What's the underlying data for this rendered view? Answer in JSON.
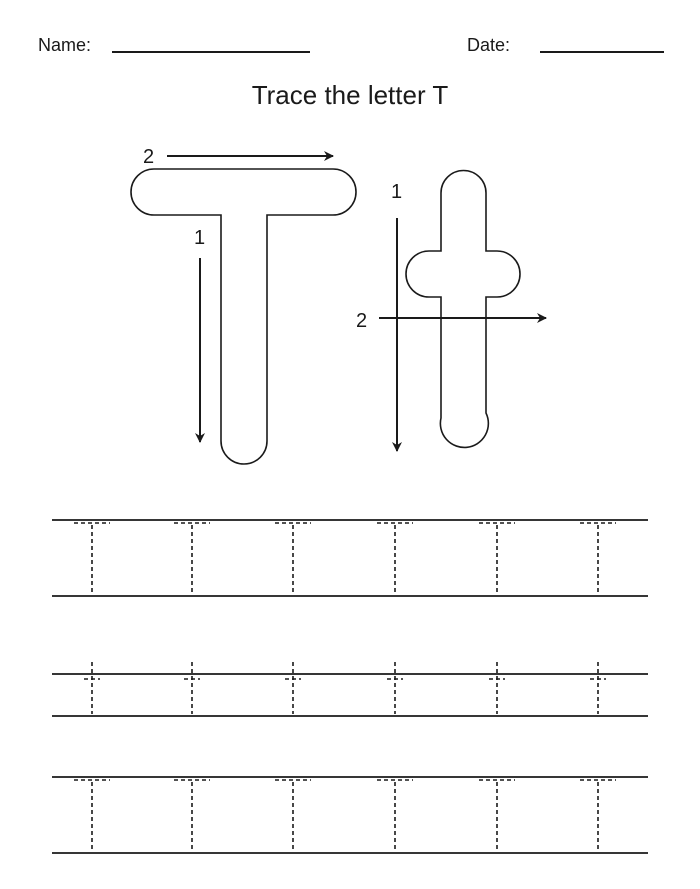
{
  "header": {
    "name_label": "Name:",
    "date_label": "Date:"
  },
  "worksheet": {
    "title": "Trace the letter T",
    "uppercase": {
      "letter": "T",
      "stroke1_number": "1",
      "stroke2_number": "2"
    },
    "lowercase": {
      "letter": "t",
      "stroke1_number": "1",
      "stroke2_number": "2"
    }
  },
  "practice_rows": [
    {
      "letter": "T",
      "repetitions": 6
    },
    {
      "letter": "t",
      "repetitions": 6
    },
    {
      "letter": "T",
      "repetitions": 6
    }
  ],
  "colors": {
    "ink": "#1a1a1a",
    "paper": "#ffffff"
  }
}
